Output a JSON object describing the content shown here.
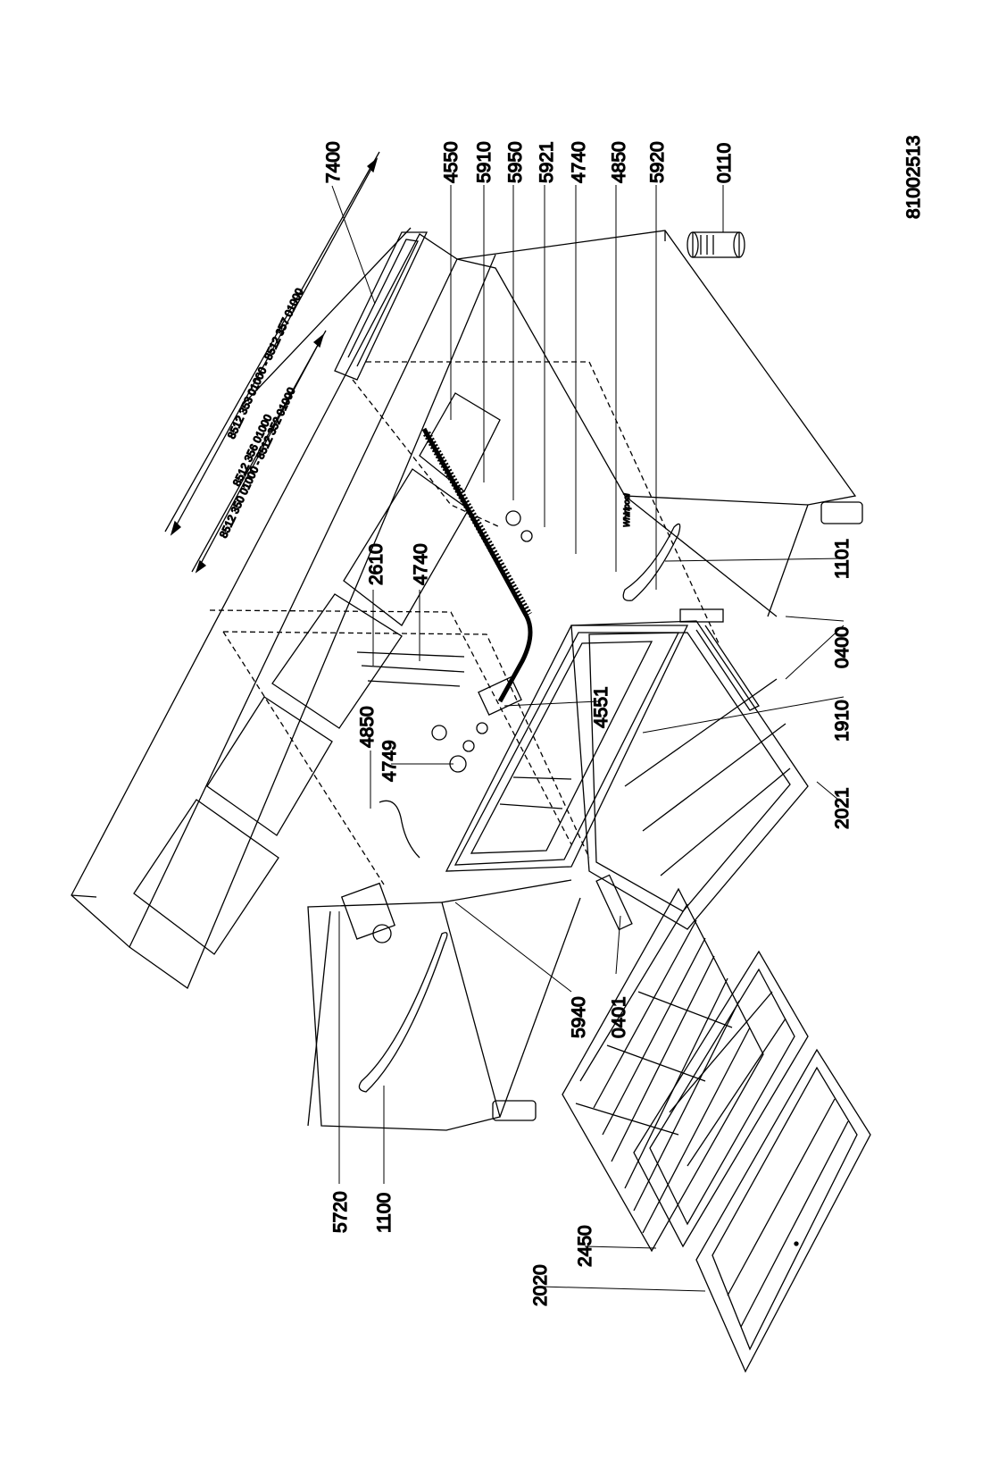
{
  "document_number": "81002513",
  "brand_text": "Whirlpool",
  "model_ranges": {
    "full": "8512 353 01000 - 8512 357 01000",
    "small_a": "8512 356 01000",
    "small_b": "8512 350 01000 - 8512 352 01000"
  },
  "callouts": [
    {
      "id": "7400",
      "text": "7400"
    },
    {
      "id": "4550",
      "text": "4550"
    },
    {
      "id": "5910",
      "text": "5910"
    },
    {
      "id": "5950",
      "text": "5950"
    },
    {
      "id": "5921",
      "text": "5921"
    },
    {
      "id": "4740-right",
      "text": "4740"
    },
    {
      "id": "4850-right",
      "text": "4850"
    },
    {
      "id": "5920",
      "text": "5920"
    },
    {
      "id": "0110",
      "text": "0110"
    },
    {
      "id": "1101",
      "text": "1101"
    },
    {
      "id": "0400",
      "text": "0400"
    },
    {
      "id": "1910",
      "text": "1910"
    },
    {
      "id": "2021",
      "text": "2021"
    },
    {
      "id": "4551",
      "text": "4551"
    },
    {
      "id": "2610",
      "text": "2610"
    },
    {
      "id": "4740-left",
      "text": "4740"
    },
    {
      "id": "4850-left",
      "text": "4850"
    },
    {
      "id": "4749",
      "text": "4749"
    },
    {
      "id": "5940",
      "text": "5940"
    },
    {
      "id": "0401",
      "text": "0401"
    },
    {
      "id": "5720",
      "text": "5720"
    },
    {
      "id": "1100",
      "text": "1100"
    },
    {
      "id": "2450",
      "text": "2450"
    },
    {
      "id": "2020",
      "text": "2020"
    }
  ]
}
